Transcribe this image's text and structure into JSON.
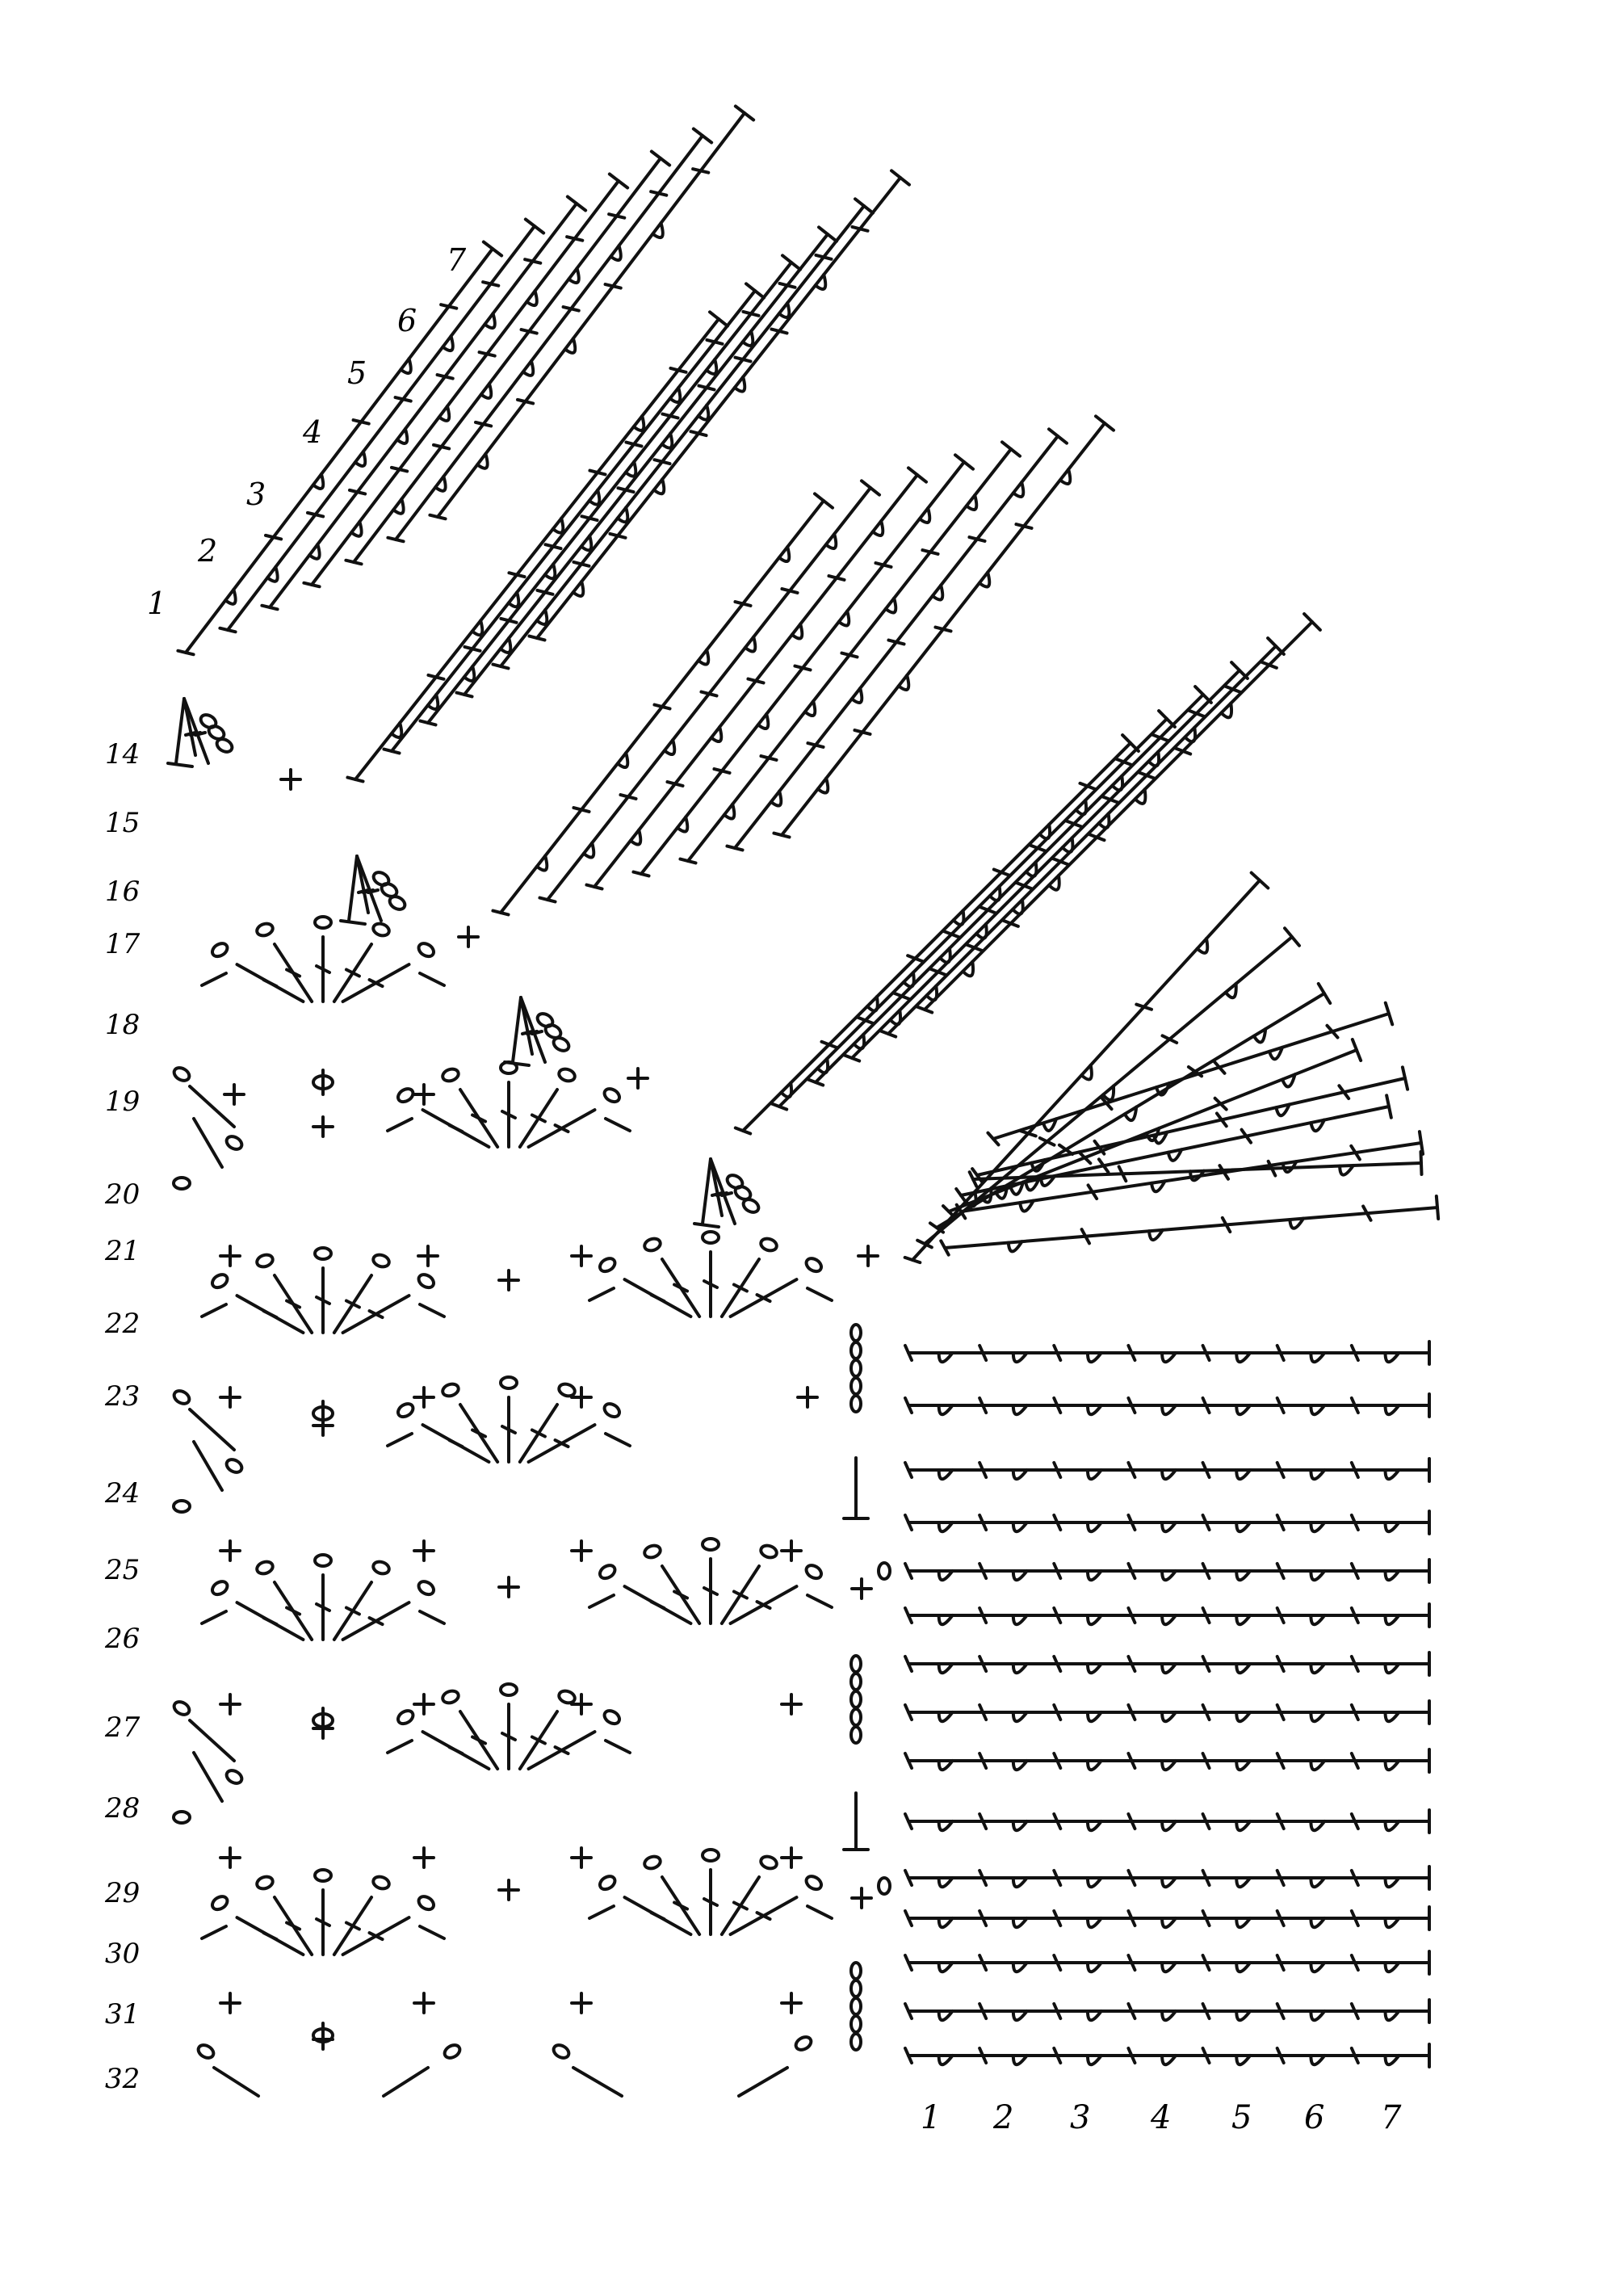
{
  "diagram": {
    "ink_color": "#111111",
    "background_color": "#ffffff",
    "diagonal_labels": [
      "1",
      "2",
      "3",
      "4",
      "5",
      "6",
      "7"
    ],
    "row_labels": [
      "14",
      "15",
      "16",
      "17",
      "18",
      "19",
      "20",
      "21",
      "22",
      "23",
      "24",
      "25",
      "26",
      "27",
      "28",
      "29",
      "30",
      "31",
      "32"
    ],
    "bottom_labels": [
      "1",
      "2",
      "3",
      "4",
      "5",
      "6",
      "7"
    ]
  }
}
